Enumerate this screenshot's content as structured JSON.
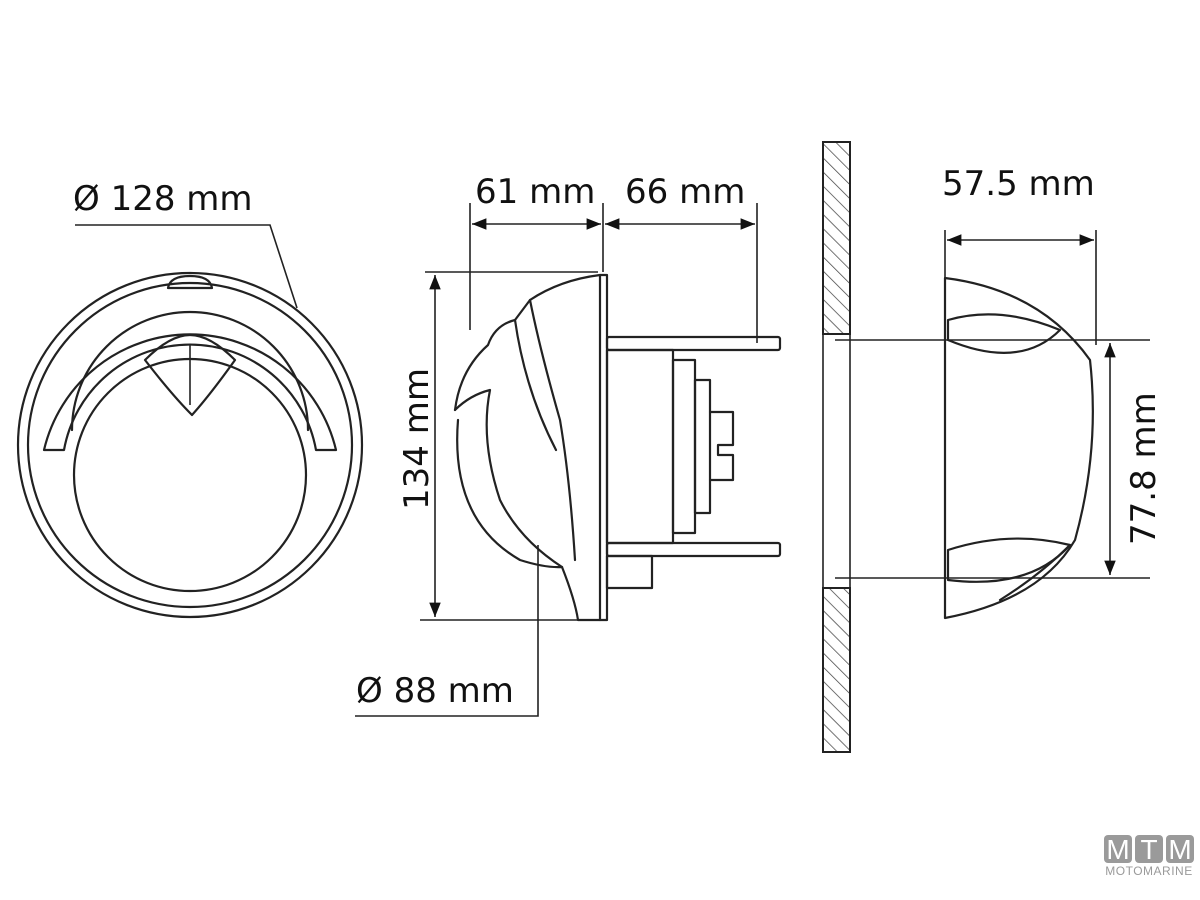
{
  "dimensions": {
    "front_diameter": "Ø 128 mm",
    "depth_front": "61 mm",
    "depth_rear": "66 mm",
    "height": "134 mm",
    "dome_diameter": "Ø 88 mm",
    "housing_depth": "57.5 mm",
    "housing_height": "77.8 mm"
  },
  "logo": {
    "letters": [
      "M",
      "T",
      "M"
    ],
    "subtitle": "MOTOMARINE"
  },
  "colors": {
    "line": "#222222",
    "logo": "#9a9a9a"
  }
}
